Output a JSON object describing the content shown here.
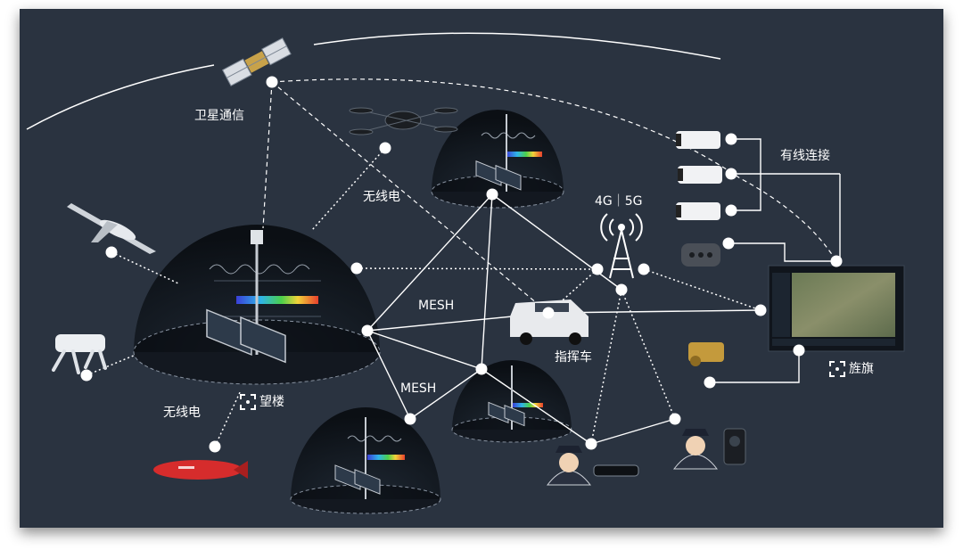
{
  "labels": {
    "satellite": "卫星通信",
    "radio_top": "无线电",
    "radio_left": "无线电",
    "wired": "有线连接",
    "cellular": "4G｜5G",
    "mesh_top": "MESH",
    "mesh_bottom": "MESH",
    "command_vehicle": "指挥车",
    "flagship": "旌旗",
    "watchtower": "望楼"
  },
  "icons": {
    "watchtower_mark": "focus-frame-icon",
    "flagship_mark": "focus-frame-icon",
    "cell_tower": "cell-tower-icon"
  },
  "colors": {
    "background": "#2a3340",
    "lines": "#ffffff",
    "dome": "#0e1319"
  }
}
